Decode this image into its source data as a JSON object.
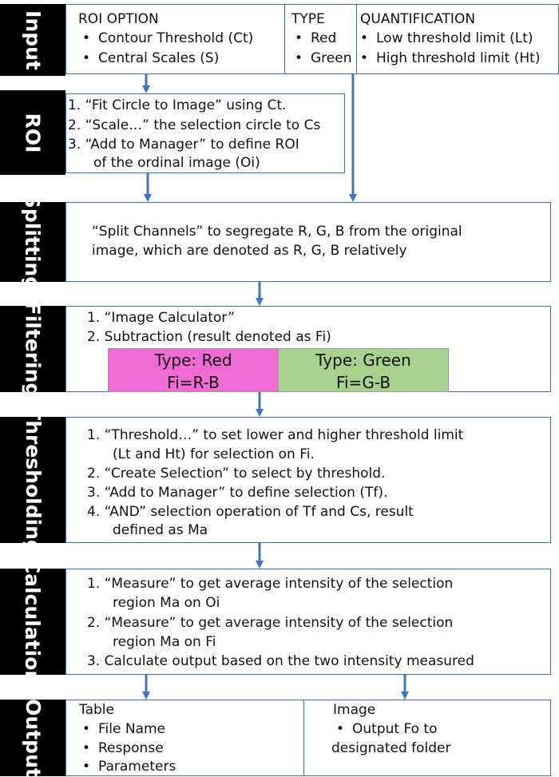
{
  "stages": {
    "input": "Input",
    "roi": "ROI",
    "splitting": "Splitting",
    "filtering": "Filtering",
    "thresholding": "Thresholding",
    "calculation": "Calculation",
    "output": "Output"
  },
  "input": {
    "roi_option": {
      "title": "ROI OPTION",
      "items": [
        "Contour Threshold (Ct)",
        "Central Scales (S)"
      ]
    },
    "type": {
      "title": "TYPE",
      "items": [
        "Red",
        "Green"
      ]
    },
    "quantification": {
      "title": "QUANTIFICATION",
      "items": [
        "Low threshold limit (Lt)",
        "High threshold limit (Ht)"
      ]
    }
  },
  "roi": {
    "steps": [
      "1.  “Fit Circle to Image” using Ct.",
      "2.  “Scale…” the selection circle to Cs",
      "3.  “Add to Manager” to define ROI",
      "of the ordinal image (Oi)"
    ]
  },
  "splitting": {
    "lines": [
      "“Split Channels” to segregate R, G, B from the original",
      "image, which are denoted as R, G, B relatively"
    ]
  },
  "filtering": {
    "steps": [
      "1.  “Image Calculator”",
      "2.  Subtraction (result denoted as Fi)"
    ],
    "red": {
      "title": "Type: Red",
      "formula": "Fi=R-B",
      "color": "#f06bd4"
    },
    "green": {
      "title": "Type: Green",
      "formula": "Fi=G-B",
      "color": "#a9d18e"
    }
  },
  "thresholding": {
    "steps": [
      "1.  “Threshold…” to set lower and higher threshold limit",
      "(Lt and Ht) for selection on Fi.",
      "2.  “Create Selection” to select by threshold.",
      "3.  “Add to Manager” to define selection (Tf).",
      "4.  “AND” selection operation of Tf and Cs, result",
      "defined as Ma"
    ]
  },
  "calculation": {
    "steps": [
      "1.  “Measure” to get average intensity of the selection",
      "region Ma on Oi",
      "2.  “Measure” to get average intensity of the selection",
      "region Ma on Fi",
      "3.  Calculate output based on the two intensity measured"
    ]
  },
  "output": {
    "table": {
      "title": "Table",
      "items": [
        "File Name",
        "Response",
        "Parameters"
      ]
    },
    "image": {
      "title": "Image",
      "items": [
        "Output Fo to",
        "designated folder"
      ]
    }
  },
  "colors": {
    "border": "#2e6fd6",
    "arrow": "#4472c4",
    "bar": "#000000"
  }
}
